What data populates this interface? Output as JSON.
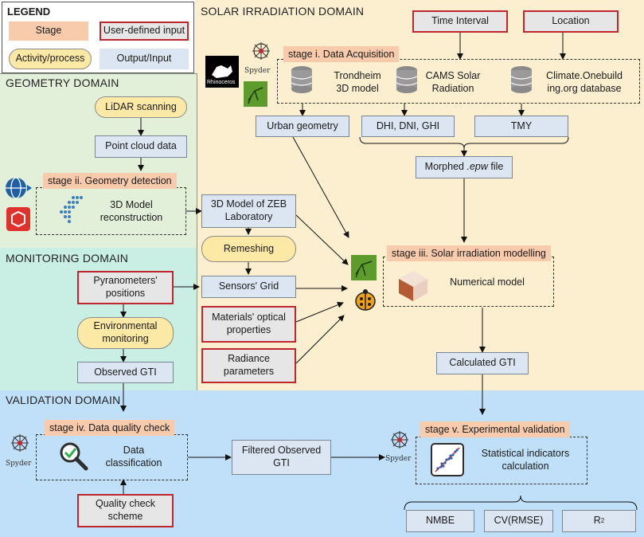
{
  "legend": {
    "title": "LEGEND",
    "stage": "Stage",
    "input": "User-defined input",
    "activity": "Activity/process",
    "output": "Output/Input"
  },
  "domains": {
    "solar": "SOLAR IRRADIATION DOMAIN",
    "geometry": "GEOMETRY DOMAIN",
    "monitoring": "MONITORING DOMAIN",
    "validation": "VALIDATION DOMAIN"
  },
  "colors": {
    "solar_bg": "#fcefd0",
    "geometry_bg": "#e2f0d9",
    "monitoring_bg": "#c9efe4",
    "validation_bg": "#bfe0f8",
    "stage_fill": "#f8cbad",
    "input_border": "#c0262d",
    "activity_fill": "#fde9a6",
    "output_fill": "#dce6f2"
  },
  "inputs": {
    "time_interval": "Time Interval",
    "location": "Location",
    "pyranometers": [
      "Pyranometers'",
      "positions"
    ],
    "materials": [
      "Materials' optical",
      "properties"
    ],
    "radiance": [
      "Radiance",
      "parameters"
    ],
    "quality_scheme": [
      "Quality check",
      "scheme"
    ]
  },
  "stages": {
    "s1": "stage i. Data Acquisition",
    "s2": "stage ii. Geometry detection",
    "s3": "stage iii. Solar irradiation modelling",
    "s4": "stage iv. Data quality check",
    "s5": "stage v. Experimental validation"
  },
  "sources": {
    "trondheim": [
      "Trondheim",
      "3D model"
    ],
    "cams": [
      "CAMS Solar",
      "Radiation"
    ],
    "climate": [
      "Climate.Onebuild",
      "ing.org database"
    ]
  },
  "outputs": {
    "urban_geometry": "Urban geometry",
    "dhi": "DHI, DNI, GHI",
    "tmy": "TMY",
    "morphed_prefix": "Morphed ",
    "morphed_ext": ".epw",
    "morphed_suffix": " file",
    "point_cloud": "Point cloud data",
    "zeb_model": [
      "3D Model of ZEB",
      "Laboratory"
    ],
    "sensors_grid": "Sensors' Grid",
    "observed_gti": "Observed GTI",
    "calculated_gti": "Calculated GTI",
    "filtered_gti": [
      "Filtered Observed",
      "GTI"
    ],
    "nmbe": "NMBE",
    "cvrmse": "CV(RMSE)",
    "r2_base": "R",
    "r2_sup": "2"
  },
  "activities": {
    "lidar": "LiDAR scanning",
    "remeshing": "Remeshing",
    "env_monitoring": [
      "Environmental",
      "monitoring"
    ]
  },
  "processes": {
    "reconstruction": [
      "3D Model",
      "reconstruction"
    ],
    "numerical": "Numerical model",
    "classification": [
      "Data",
      "classification"
    ],
    "statistical": [
      "Statistical indicators",
      "calculation"
    ]
  },
  "logos": {
    "spyder": "Spyder",
    "rhino": "Rhinoceros"
  }
}
